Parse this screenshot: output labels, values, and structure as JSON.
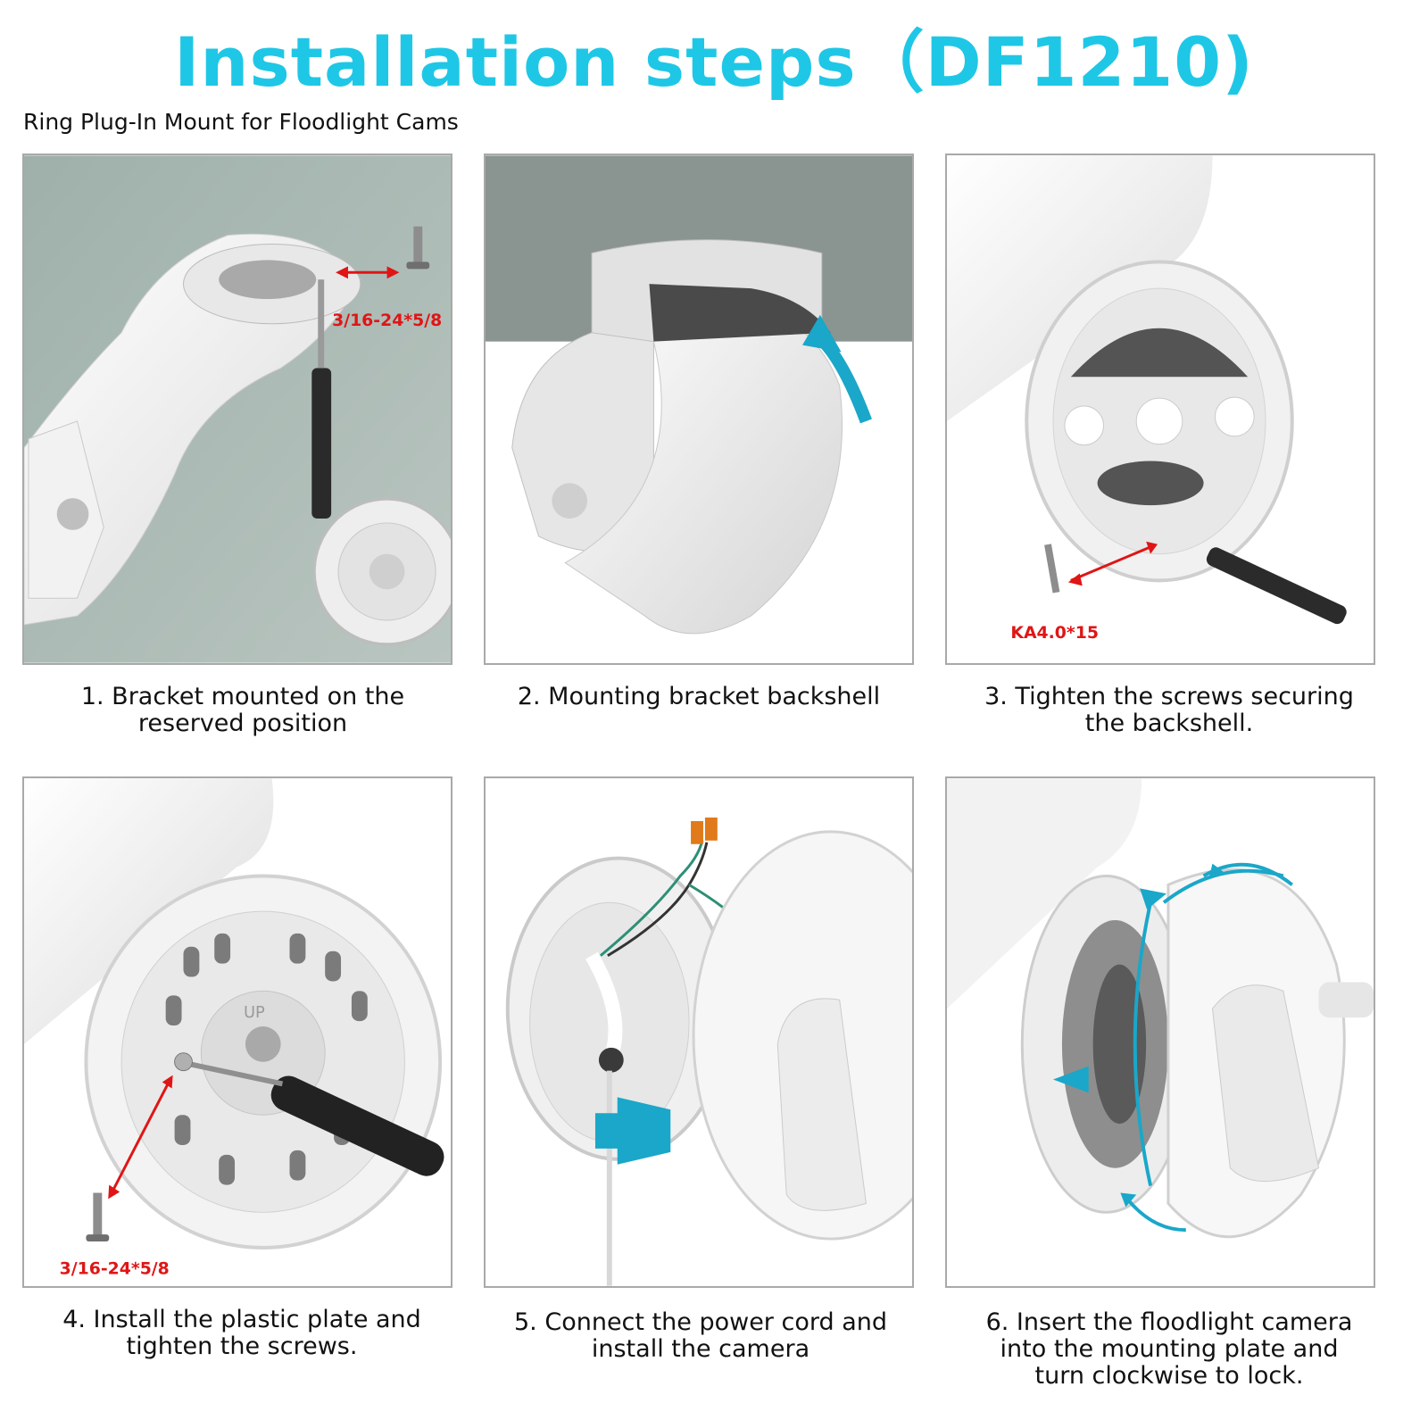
{
  "header": {
    "title": "Installation steps（DF1210)",
    "subtitle": "Ring Plug-In Mount for Floodlight Cams"
  },
  "steps": [
    {
      "caption": "1. Bracket mounted on the reserved position",
      "label": "3/16-24*5/8"
    },
    {
      "caption": "2. Mounting bracket backshell"
    },
    {
      "caption": "3. Tighten the screws securing the backshell.",
      "label": "KA4.0*15"
    },
    {
      "caption": "4. Install the plastic plate and tighten the screws.",
      "label": "3/16-24*5/8",
      "plate_mark": "UP"
    },
    {
      "caption": "5. Connect the power cord and install the camera"
    },
    {
      "caption": "6. Insert the floodlight camera into the mounting plate and turn clockwise to lock."
    }
  ],
  "colors": {
    "title": "#1fc7e6",
    "arrow": "#1aa7c9",
    "measure": "#e01515"
  }
}
